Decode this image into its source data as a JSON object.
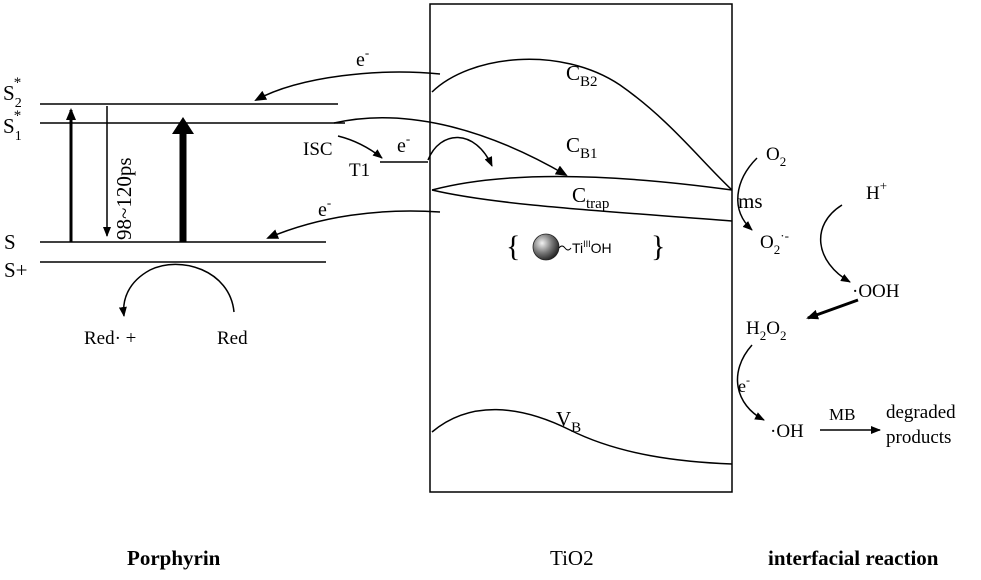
{
  "levels": {
    "s2": {
      "base": "S",
      "sub": "2",
      "sup": "*"
    },
    "s1": {
      "base": "S",
      "sub": "1",
      "sup": "*"
    },
    "s": "S",
    "splus": "S+"
  },
  "lifetime": "98~120ps",
  "isc": "ISC",
  "t1": "T1",
  "electron": {
    "base": "e",
    "sup": "-"
  },
  "tio2_bands": {
    "cb2": {
      "base": "C",
      "sub": "B2"
    },
    "cb1": {
      "base": "C",
      "sub": "B1"
    },
    "ctrap": {
      "base": "C",
      "sub": "trap"
    },
    "vb": {
      "base": "V",
      "sub": "B"
    },
    "trap_site": {
      "pre": "Ti",
      "sup": "III",
      "post": "OH"
    }
  },
  "porphyrin_redox": {
    "red_ox": "Red· +",
    "red": "Red"
  },
  "interfacial": {
    "o2": {
      "base": "O",
      "sub": "2"
    },
    "ms": "ms",
    "superoxide": {
      "base": "O",
      "sub": "2",
      "sup": "·-"
    },
    "h_plus": {
      "base": "H",
      "sup": "+"
    },
    "ooh": "·OOH",
    "h2o2": {
      "b1": "H",
      "s1": "2",
      "b2": "O",
      "s2": "2"
    },
    "oh": "·OH",
    "mb": "MB",
    "products_line1": "degraded",
    "products_line2": "products"
  },
  "captions": {
    "porphyrin": "Porphyrin",
    "tio2": "TiO2",
    "interfacial": "interfacial reaction"
  }
}
